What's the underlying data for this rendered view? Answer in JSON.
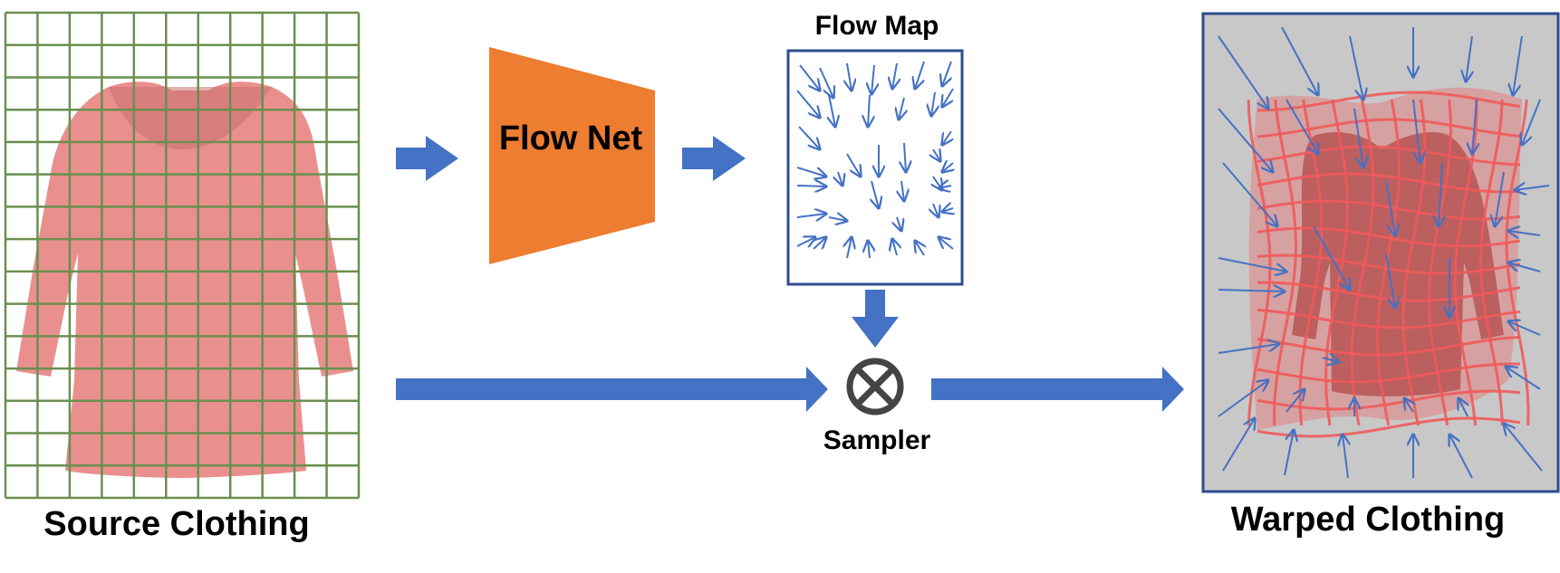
{
  "labels": {
    "source": "Source Clothing",
    "flow_net": "Flow Net",
    "flow_map": "Flow Map",
    "sampler": "Sampler",
    "warped": "Warped Clothing"
  },
  "colors": {
    "arrow_blue": "#4472c4",
    "flownet_orange": "#ed7d31",
    "grid_green": "#6a8f4e",
    "shirt_pink": "#e9908e",
    "warp_grid_red": "#f05a5a",
    "panel_border": "#2f4d8f",
    "sampler_gray": "#444444",
    "warped_bg": "#c8c8c8"
  },
  "icons": {
    "sampler": "circled-times-icon"
  }
}
